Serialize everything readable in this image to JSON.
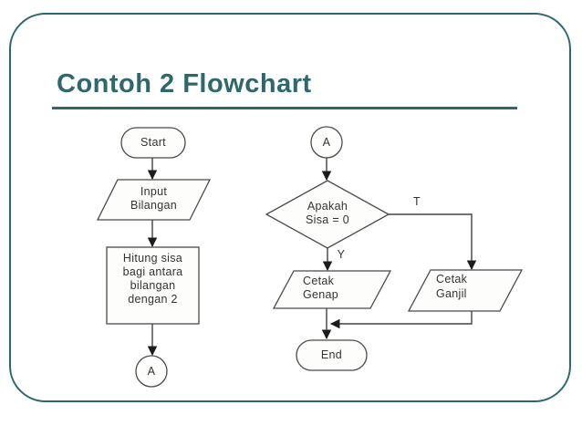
{
  "slide": {
    "title": "Contoh 2 Flowchart",
    "colors": {
      "accent": "#2E686C",
      "flow_line": "#424242",
      "flow_text": "#333333",
      "background": "#FFFFFF"
    }
  },
  "flowchart": {
    "start": {
      "shape": "terminator",
      "label": "Start"
    },
    "input": {
      "shape": "io-parallelogram",
      "lines": [
        "Input",
        "Bilangan"
      ]
    },
    "process": {
      "shape": "process-rectangle",
      "lines": [
        "Hitung sisa",
        "bagi antara",
        "bilangan",
        "dengan 2"
      ]
    },
    "connector_out": {
      "shape": "circle",
      "label": "A"
    },
    "connector_in": {
      "shape": "circle",
      "label": "A"
    },
    "decision": {
      "shape": "diamond",
      "lines": [
        "Apakah",
        "Sisa = 0"
      ]
    },
    "branch_true": {
      "label": "T"
    },
    "branch_yes": {
      "label": "Y"
    },
    "output_even": {
      "shape": "io-parallelogram",
      "lines": [
        "Cetak",
        "Genap"
      ]
    },
    "output_odd": {
      "shape": "io-parallelogram",
      "lines": [
        "Cetak",
        "Ganjil"
      ]
    },
    "end": {
      "shape": "terminator",
      "label": "End"
    }
  }
}
